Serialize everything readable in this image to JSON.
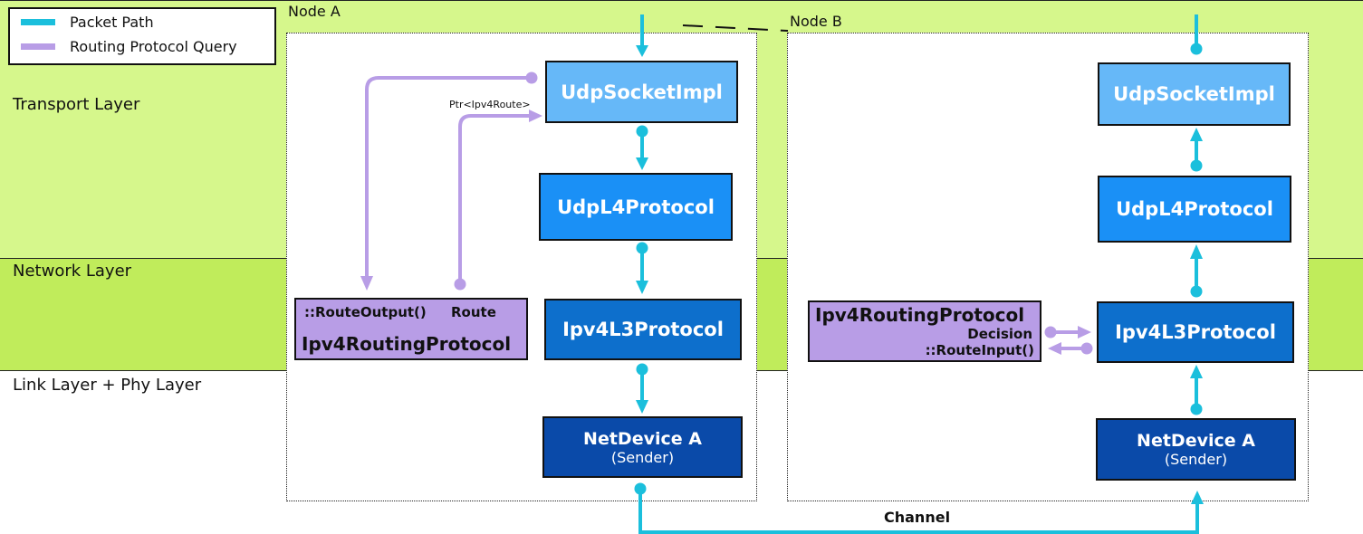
{
  "legend": {
    "packet_path": "Packet Path",
    "routing_query": "Routing Protocol Query"
  },
  "layers": {
    "transport": "Transport Layer",
    "network": "Network Layer",
    "link": "Link Layer + Phy Layer"
  },
  "node_a": {
    "title": "Node A",
    "udp_socket": "UdpSocketImpl",
    "udp_l4": "UdpL4Protocol",
    "ipv4_l3": "Ipv4L3Protocol",
    "netdevice_main": "NetDevice A",
    "netdevice_sub": "(Sender)",
    "routing_protocol": "Ipv4RoutingProtocol",
    "route_output": "::RouteOutput()",
    "route": "Route",
    "ptr_label": "Ptr<Ipv4Route>"
  },
  "node_b": {
    "title": "Node B",
    "udp_socket": "UdpSocketImpl",
    "udp_l4": "UdpL4Protocol",
    "ipv4_l3": "Ipv4L3Protocol",
    "netdevice_main": "NetDevice A",
    "netdevice_sub": "(Sender)",
    "routing_protocol": "Ipv4RoutingProtocol",
    "decision": "Decision",
    "route_input": "::RouteInput()"
  },
  "channel": "Channel",
  "colors": {
    "packet_path": "#1bbfdc",
    "routing_query": "#b89de6",
    "transport_bg": "#d6f78c",
    "network_bg": "#c0ec5b"
  }
}
